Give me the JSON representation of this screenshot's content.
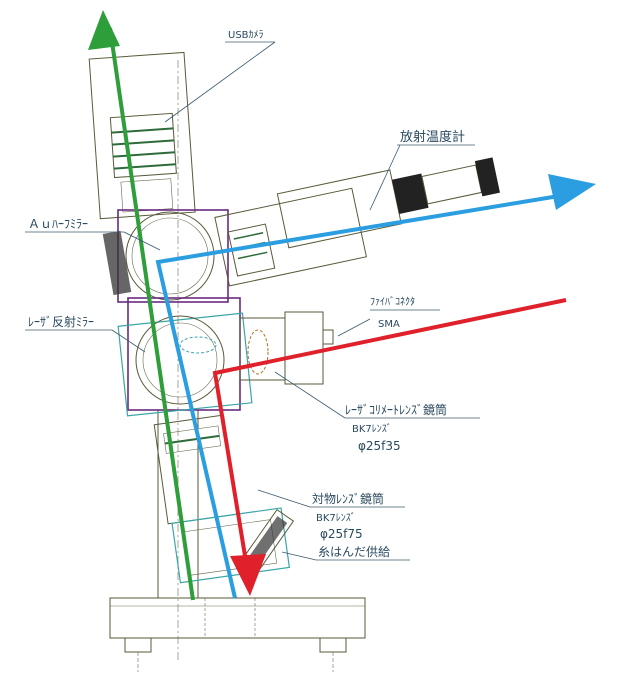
{
  "labels": {
    "usb_camera": "USBｶﾒﾗ",
    "radiation_thermometer": "放射温度計",
    "au_mirror": "Ａｕﾊｰﾌﾐﾗｰ",
    "laser_mirror": "ﾚｰｻﾞ反射ﾐﾗｰ",
    "fiber_connector": "ﾌｧｲﾊﾞｺﾈｸﾀ",
    "sma": "SMA",
    "laser_collimator_tube": "ﾚｰｻﾞｺﾘﾒｰﾄﾚﾝｽﾞ鏡筒",
    "bk7_lens_upper": "BK7ﾚﾝｽﾞ",
    "phi_25f35": "φ25f35",
    "objective_tube": "対物ﾚﾝｽﾞ鏡筒",
    "bk7_lens_lower": "BK7ﾚﾝｽﾞ",
    "phi_25f75": "φ25f75",
    "solder_feed": "糸はんだ供給"
  },
  "colors": {
    "camera_axis": "#2e9e3a",
    "thermometer_axis": "#2a9ee0",
    "laser_axis": "#e0202a",
    "frame_purple": "#6a2a80",
    "frame_teal": "#3aa6a6",
    "frame_olive": "#6b6b35",
    "label_ink": "#2a4a60"
  }
}
